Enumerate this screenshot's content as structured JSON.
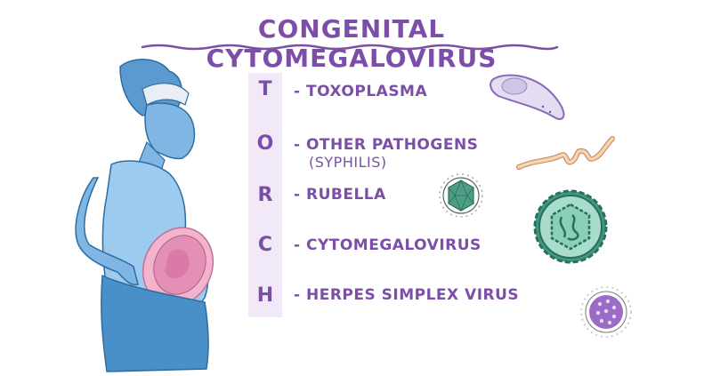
{
  "title": "CONGENITAL CYTOMEGALOVIRUS",
  "torch": [
    {
      "letter": "T",
      "label": "- TOXOPLASMA"
    },
    {
      "letter": "O",
      "label": "- OTHER PATHOGENS",
      "sublabel": "(SYPHILIS)"
    },
    {
      "letter": "R",
      "label": "- RUBELLA"
    },
    {
      "letter": "C",
      "label": "- CYTOMEGALOVIRUS"
    },
    {
      "letter": "H",
      "label": "- HERPES SIMPLEX VIRUS"
    }
  ],
  "colors": {
    "text_purple": "#7b4fa8",
    "torch_bar": "#f1e9f7",
    "figure_blue": "#6aa9dc",
    "figure_skirt": "#4a90c8",
    "fetus_pink": "#e9a3c4",
    "cmv_green": "#3e9a82",
    "rubella_green": "#4d9e86",
    "hsv_purple": "#9a6cc6",
    "toxo_lavender": "#d9cdea",
    "syphilis_tan": "#f2c8a0"
  },
  "illustrations": {
    "figure": "pregnant-woman-with-fetus",
    "toxoplasma": "toxoplasma-cell",
    "syphilis": "treponema-spirochete",
    "rubella": "rubella-virion",
    "cmv": "cytomegalovirus-virion",
    "hsv": "herpes-simplex-virion"
  }
}
